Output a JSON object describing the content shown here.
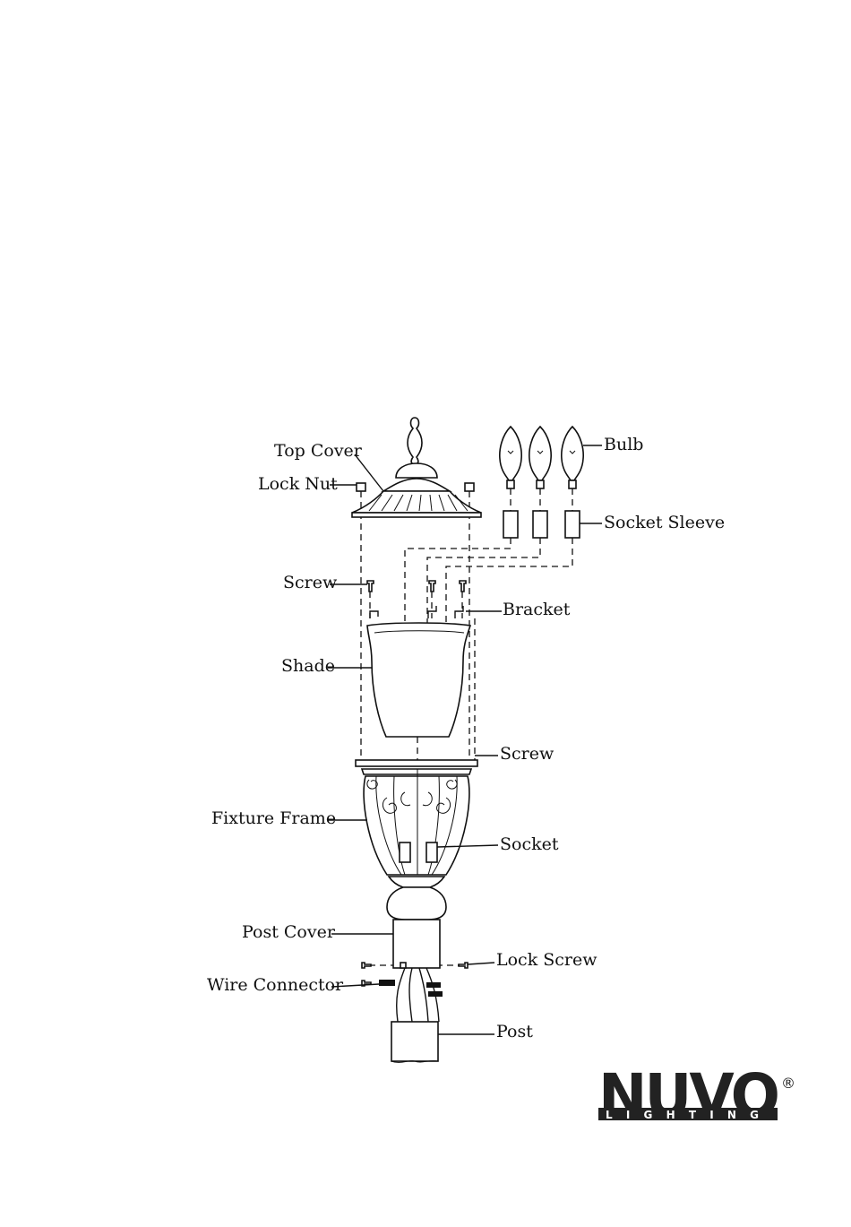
{
  "labels": {
    "top_cover": "Top Cover",
    "lock_nut": "Lock Nut",
    "bulb": "Bulb",
    "socket_sleeve": "Socket Sleeve",
    "screw_top": "Screw",
    "bracket": "Bracket",
    "shade": "Shade",
    "screw_bottom": "Screw",
    "fixture_frame": "Fixture Frame",
    "socket": "Socket",
    "post_cover": "Post Cover",
    "lock_screw": "Lock Screw",
    "wire_connector": "Wire Connector",
    "post": "Post"
  },
  "logo": {
    "brand": "NUVO",
    "sub": "LIGHTING",
    "mark": "®"
  }
}
